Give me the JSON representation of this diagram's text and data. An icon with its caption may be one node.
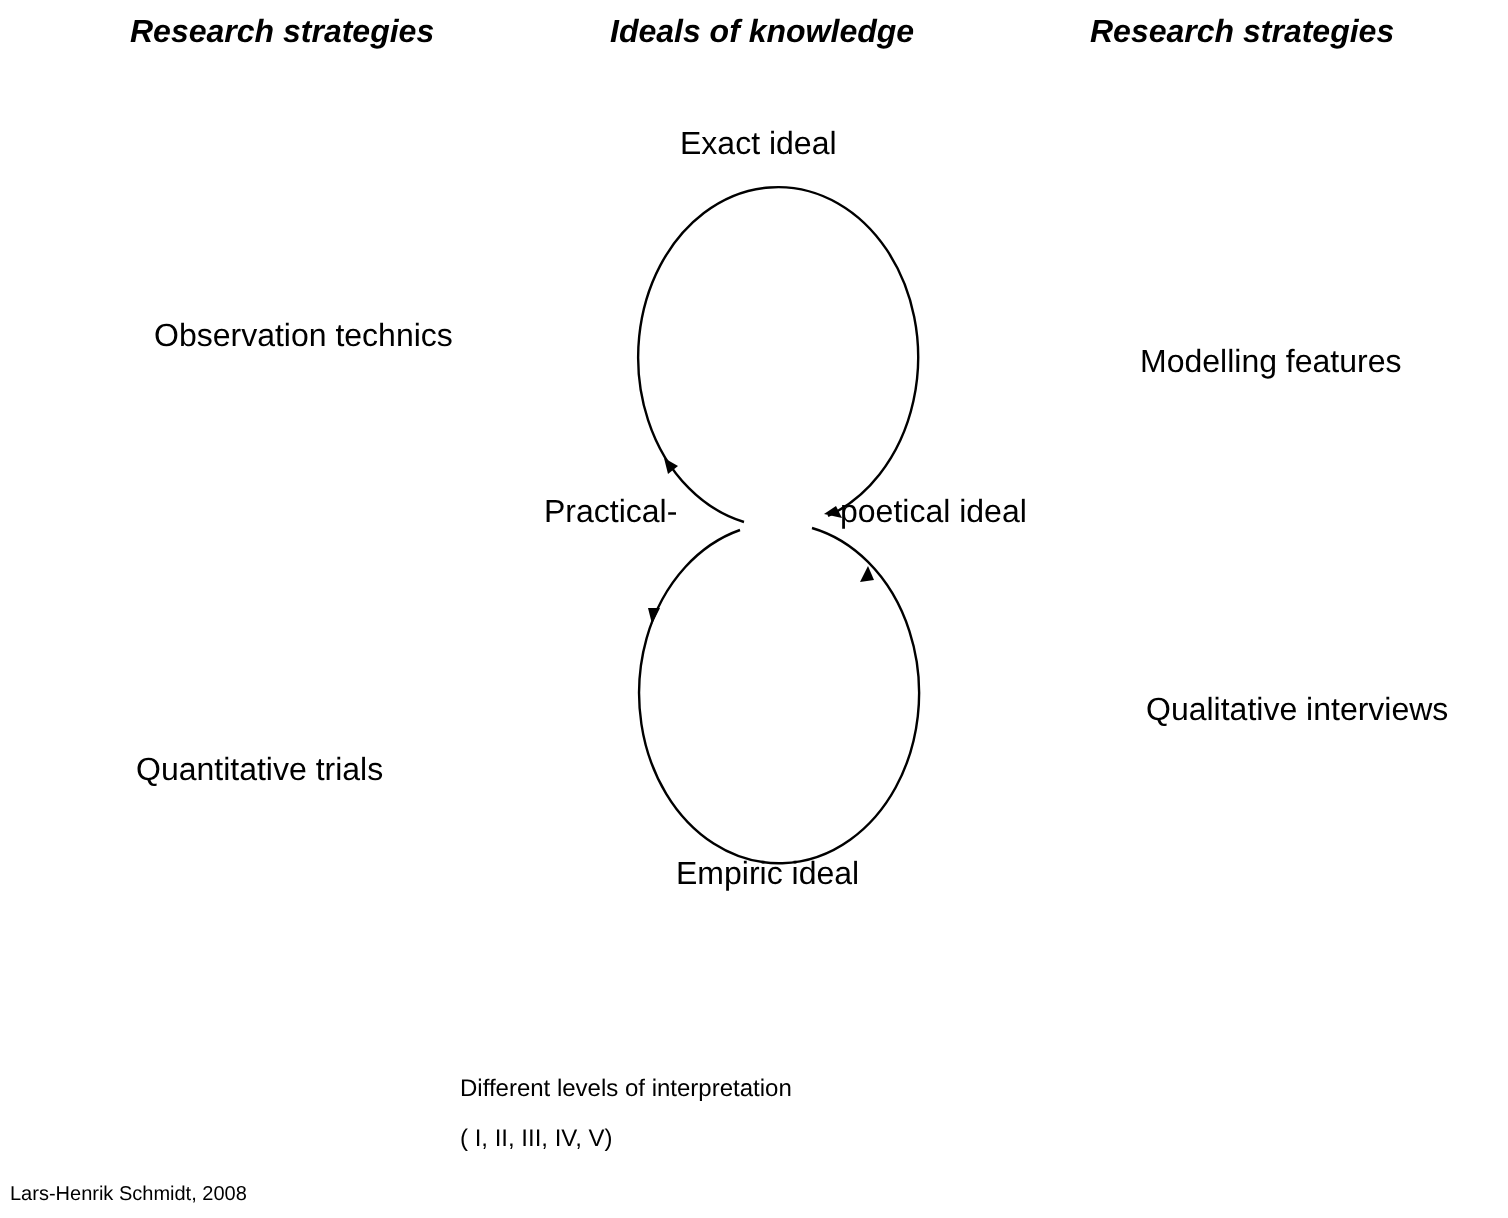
{
  "diagram": {
    "labels": [
      "Research strategies",
      "Ideals of knowledge",
      "Research strategies",
      "Exact ideal",
      "Observation technics",
      "Modelling features",
      "Practical-",
      "poetical ideal",
      "Qualitative interviews",
      "Quantitative trials",
      "Empiric ideal",
      "Different levels of interpretation",
      "( I, II, III, IV, V)",
      "Lars-Henrik Schmidt, 2008"
    ]
  }
}
